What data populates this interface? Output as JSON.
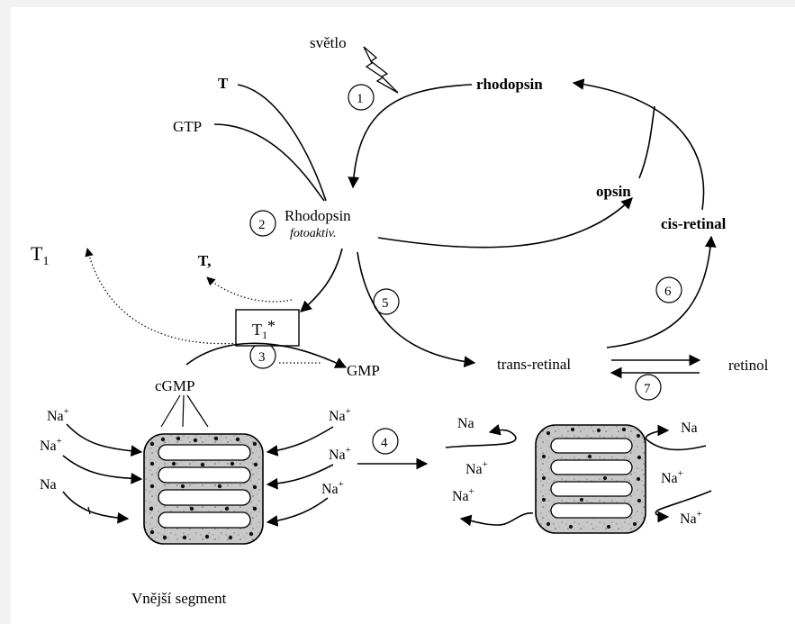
{
  "labels": {
    "svetlo": "světlo",
    "rhodopsin": "rhodopsin",
    "T": "T",
    "GTP": "GTP",
    "rhodopsin_active": "Rhodopsin",
    "fotoaktiv": "fotoaktiv.",
    "opsin": "opsin",
    "cis_retinal": "cis-retinal",
    "T1_main": "T",
    "T1_sub": "1",
    "T_comma": "T,",
    "T1star_main": "T",
    "T1star_sub": "1",
    "T1star_star": "*",
    "GMP": "GMP",
    "cGMP": "cGMP",
    "trans_retinal": "trans-retinal",
    "retinol": "retinol",
    "na_plus": "Na",
    "plus": "+",
    "na": "Na",
    "vnejsi_segment": "Vnější segment"
  },
  "steps": [
    "1",
    "2",
    "3",
    "4",
    "5",
    "6",
    "7"
  ]
}
